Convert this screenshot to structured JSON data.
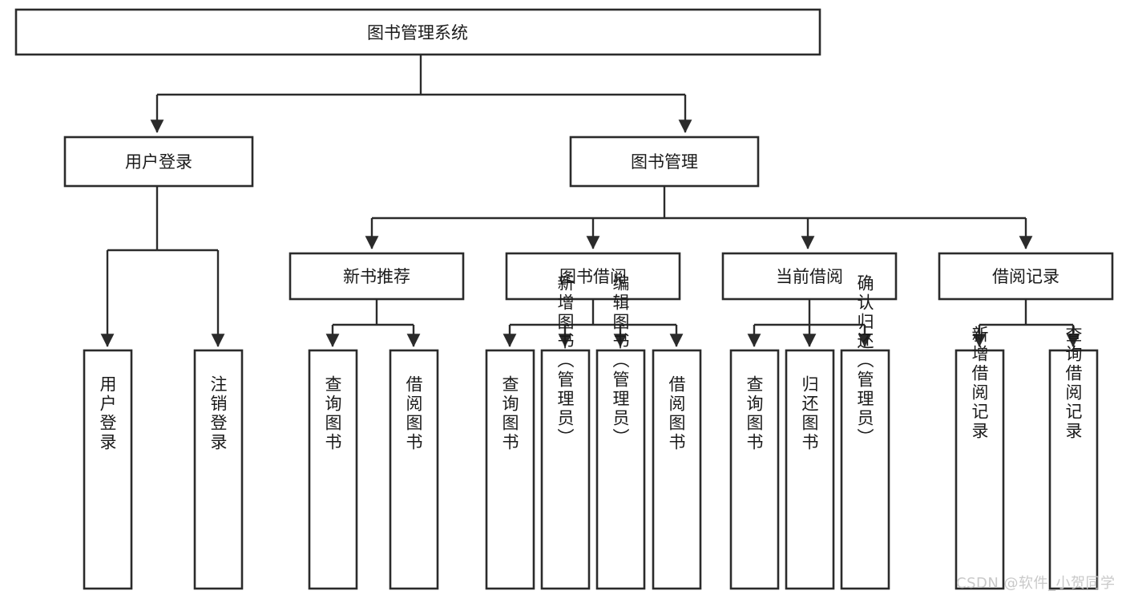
{
  "diagram": {
    "title": "图书管理系统",
    "type": "tree-hierarchy",
    "orientation": "top-down",
    "root": {
      "label": "图书管理系统"
    },
    "level2": [
      {
        "label": "用户登录"
      },
      {
        "label": "图书管理"
      }
    ],
    "level3": [
      {
        "label": "新书推荐"
      },
      {
        "label": "图书借阅"
      },
      {
        "label": "当前借阅"
      },
      {
        "label": "借阅记录"
      }
    ],
    "leaves": {
      "user_login": [
        {
          "label": "用户登录"
        },
        {
          "label": "注销登录"
        }
      ],
      "new_book_recommend": [
        {
          "label": "查询图书"
        },
        {
          "label": "借阅图书"
        }
      ],
      "book_borrow": [
        {
          "label": "查询图书"
        },
        {
          "label": "新增图书（管理员）"
        },
        {
          "label": "编辑图书（管理员）"
        },
        {
          "label": "借阅图书"
        }
      ],
      "current_borrow": [
        {
          "label": "查询图书"
        },
        {
          "label": "归还图书"
        },
        {
          "label": "确认归还（管理员）"
        }
      ],
      "borrow_record": [
        {
          "label": "新增借阅记录"
        },
        {
          "label": "查询借阅记录"
        }
      ]
    }
  },
  "watermark": {
    "text": "CSDN @软件_小贺同学"
  },
  "colors": {
    "stroke": "#2b2b2b",
    "box_fill": "#ffffff",
    "text": "#1a1a1a",
    "watermark": "#c9c9c9",
    "background": "#ffffff"
  }
}
